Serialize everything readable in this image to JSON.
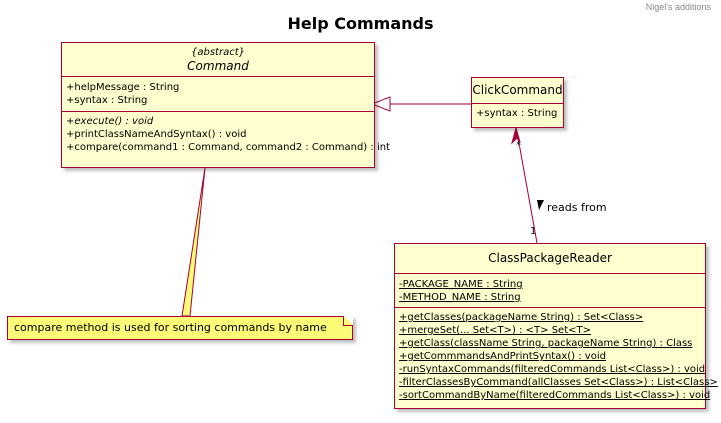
{
  "header_note": "Nigel's additions",
  "title": "Help Commands",
  "command": {
    "stereotype": "{abstract}",
    "name": "Command",
    "attributes": [
      "+helpMessage : String",
      "+syntax : String"
    ],
    "methods": [
      {
        "text": "+execute()  : void",
        "italic": true
      },
      {
        "text": "+printClassNameAndSyntax() : void",
        "italic": false
      },
      {
        "text": "+compare(command1 : Command, command2 : Command) : int",
        "italic": false
      }
    ]
  },
  "click_command": {
    "name": "ClickCommand",
    "attributes": [
      "+syntax  : String"
    ]
  },
  "reader": {
    "name": "ClassPackageReader",
    "attributes": [
      "-PACKAGE_NAME : String",
      "-METHOD_NAME : String"
    ],
    "methods": [
      "+getClasses(packageName String)  : Set<Class>",
      "+mergeSet(... Set<T>) : <T> Set<T>",
      "+getClass(className String, packageName  String) : Class",
      "+getCommmandsAndPrintSyntax() : void",
      "-runSyntaxCommands(filteredCommands List<Class>) : void",
      "-filterClassesByCommand(allClasses Set<Class>) : List<Class>",
      "-sortCommandByName(filteredCommands List<Class>) : void"
    ]
  },
  "note": "compare method is used for sorting commands by  name",
  "association": {
    "label": "reads from",
    "mult_source": "*",
    "mult_target": "1"
  }
}
